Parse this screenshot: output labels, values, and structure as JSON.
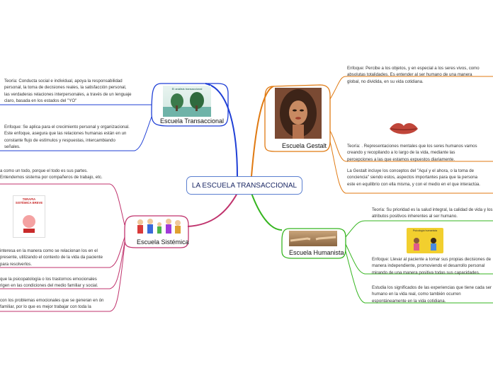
{
  "center": {
    "title": "LA ESCUELA TRANSACCIONAL"
  },
  "branches": {
    "transaccional": {
      "title": "Escuela Transaccional",
      "teoria": "Teoría: Conducta social e individual, apoya la responsabilidad personal, la toma de decisiones reales, la satisfacción personal, las verdaderas relaciones interpersonales, a través de un lenguaje claro, basada en los estados del \"YO\"",
      "enfoque": "Enfoque: Se aplica para el crecimiento personal y organizacional. Este enfoque, asegura que las relaciones humanas están en un constante flujo de estímulos y respuestas,  intercambiando señales.",
      "image_caption": "El análisis transaccional"
    },
    "gestalt": {
      "title": "Escuela Gestalt",
      "enfoque": "Enfoque: Percibe a los objetos, y en especial a los seres vivos, como absolutas totalidades. Es entender al ser humano de una manera global, no dividida, en su vida cotidiana.",
      "teoria": "Teoría: . Representaciones mentales que los seres humanos vamos creando y recopilando a lo largo de la vida, mediante las percepciones a las que estamos expuestos diariamente.",
      "conceptos": "La Gestalt incluye los conceptos del \"Aquí y el ahora, o la toma de conciencia\" siendo estos, aspectos importantes para que la persona este en equilibrio con ella misma, y con el medio en el que interactúa."
    },
    "humanista": {
      "title": "Escuela Humanista",
      "teoria": "Teoría: Su prioridad es la salud integral, la calidad de vida y los atributos positivos inherentes al ser humano.",
      "enfoque": "Enfoque: Llevar al paciente a tomar sus propias decisiones de manera independiente, promoviendo el desarrollo personal mirando de una manera positiva todas sus capacidades.",
      "estudio": "Estudia los significados de  las experiencias que tiene cada ser humano en la vida real,  como también ocurren espontáneamente en la vida cotidiana.",
      "image_caption": "Psicología humanista"
    },
    "sistemica": {
      "title": "Escuela Sistémica",
      "item1": "a como un todo, porque el todo es sus partes. Entendemos sistema por compañeros de trabajo, etc.",
      "book_title": "TERAPIA SISTÉMICA BREVE",
      "item2": "interesa en la manera como se relacionan los en el presente, utilizando el contexto de la vida da paciente para resolverlos.",
      "item3": "que la psicopatología o los trastornos emocionales rigen en las condiciones del medio familiar y social.",
      "item4": "con los problemas emocionales que se generan en ón familiar, por lo que es mejor trabajar con toda la"
    }
  },
  "colors": {
    "transaccional": "#1f3fd6",
    "gestalt": "#e07a12",
    "humanista": "#35b51f",
    "sistemica": "#c0336d",
    "center_border": "#5b7fd0"
  }
}
